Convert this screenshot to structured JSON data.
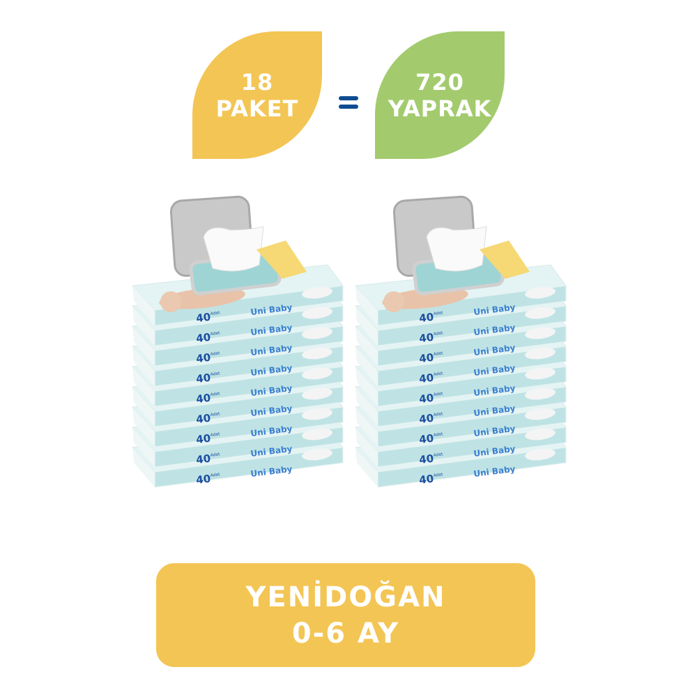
{
  "colors": {
    "yellow": "#F3C554",
    "green": "#A3CB6E",
    "equals": "#0F4C91",
    "pack": "#BFE3E4",
    "pack_dark": "#8FCACD",
    "text_blue": "#1B4FA0",
    "lid": "#C9C9C9"
  },
  "badges": {
    "left": {
      "line1": "18",
      "line2": "PAKET"
    },
    "equals": "=",
    "right": {
      "line1": "720",
      "line2": "YAPRAK"
    }
  },
  "product": {
    "pack_count_label": "40",
    "count_unit": "Adet",
    "brand": "Uni Baby",
    "packs_per_stack": 9,
    "stacks": 2
  },
  "banner": {
    "line1": "YENİDOĞAN",
    "line2": "0-6 AY"
  }
}
